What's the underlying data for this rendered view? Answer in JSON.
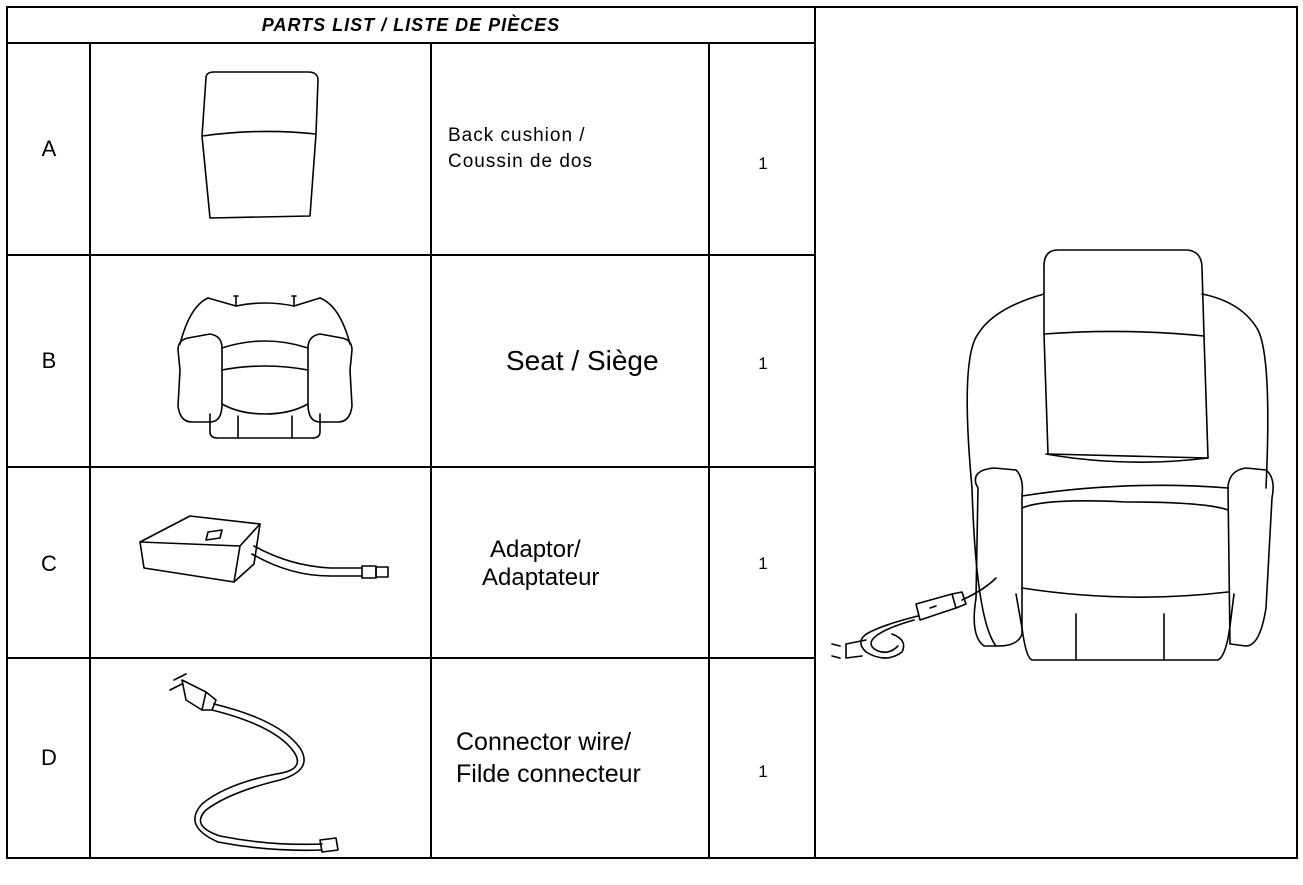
{
  "title": "PARTS LIST / LISTE DE PIÈCES",
  "parts": [
    {
      "letter": "A",
      "desc_line1": "Back cushion /",
      "desc_line2": "Coussin de dos",
      "qty": "1",
      "icon": "back-cushion-icon"
    },
    {
      "letter": "B",
      "desc_line1": "Seat / Siège",
      "desc_line2": "",
      "qty": "1",
      "icon": "seat-icon"
    },
    {
      "letter": "C",
      "desc_line1": "Adaptor/",
      "desc_line2": "Adaptateur",
      "qty": "1",
      "icon": "adaptor-icon"
    },
    {
      "letter": "D",
      "desc_line1": "Connector wire/",
      "desc_line2": "Filde connecteur",
      "qty": "1",
      "icon": "connector-wire-icon"
    }
  ],
  "overview_icon": "assembled-recliner-chair-icon"
}
